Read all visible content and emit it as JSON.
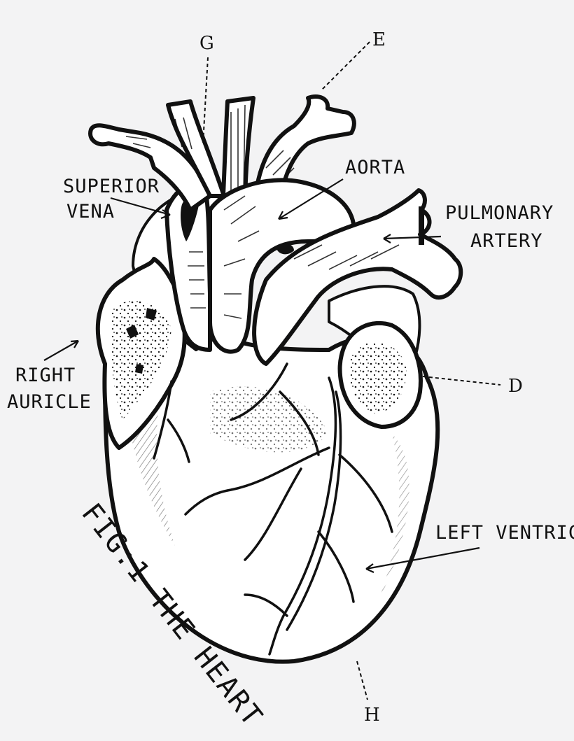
{
  "labels": {
    "g": "G",
    "e": "E",
    "superior_vena_line1": "SUPERIOR",
    "superior_vena_line2": "VENA",
    "aorta": "AORTA",
    "pulmonary_artery_line1": "PULMONARY",
    "pulmonary_artery_line2": "ARTERY",
    "right_auricle_line1": "RIGHT",
    "right_auricle_line2": "AURICLE",
    "d": "D",
    "left_ventricle": "LEFT VENTRICLE",
    "h": "H",
    "caption": "FIG:1 THE HEART"
  },
  "colors": {
    "background": "#f3f3f4",
    "ink": "#111111"
  }
}
